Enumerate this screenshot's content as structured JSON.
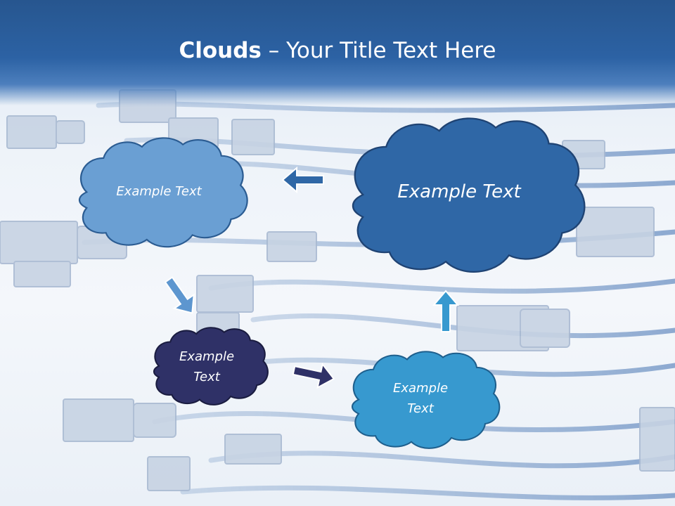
{
  "title": {
    "bold": "Clouds",
    "separator": " – ",
    "text": "Your Title Text Here"
  },
  "clouds": [
    {
      "label": "Example Text",
      "color": "#6a9fd3"
    },
    {
      "label": "Example Text",
      "color": "#2f67a6"
    },
    {
      "label_line1": "Example",
      "label_line2": "Text",
      "color": "#2f3167"
    },
    {
      "label_line1": "Example",
      "label_line2": "Text",
      "color": "#3799cf"
    }
  ],
  "arrows": {
    "left": "#2f67a6",
    "down": "#5d96cf",
    "right": "#2f3167",
    "up": "#3799cf"
  }
}
